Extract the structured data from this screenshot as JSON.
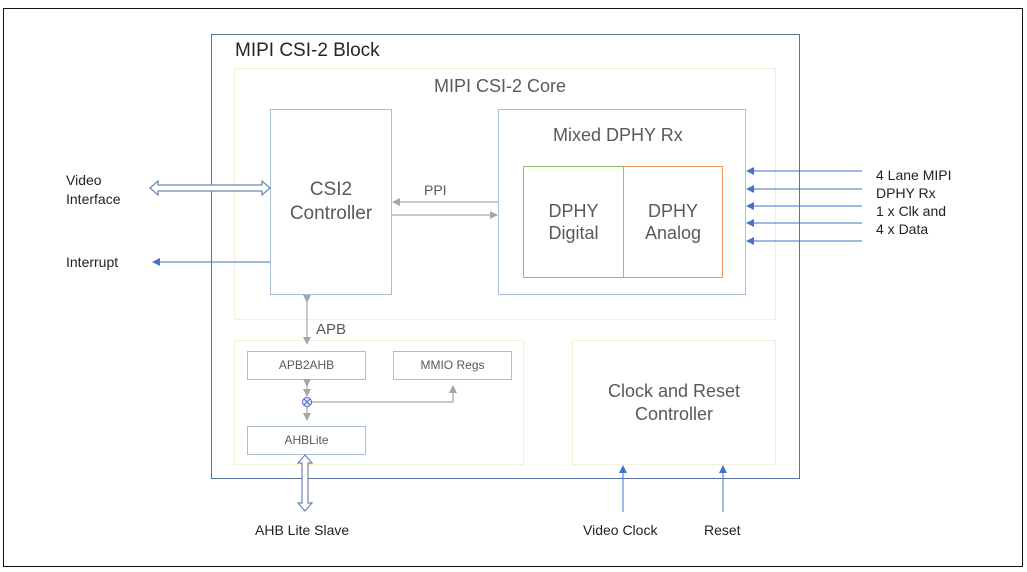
{
  "diagram": {
    "block_title": "MIPI CSI-2 Block",
    "core_title": "MIPI CSI-2 Core",
    "csi2_controller": [
      "CSI2",
      "Controller"
    ],
    "dphy_rx_title": "Mixed DPHY Rx",
    "dphy_digital": [
      "DPHY",
      "Digital"
    ],
    "dphy_analog": [
      "DPHY",
      "Analog"
    ],
    "ppi_label": "PPI",
    "apb_label": "APB",
    "apb2ahb": "APB2AHB",
    "mmio_regs": "MMIO Regs",
    "ahblite": "AHBLite",
    "clock_reset": [
      "Clock and Reset",
      "Controller"
    ],
    "external": {
      "video_interface": [
        "Video",
        "Interface"
      ],
      "interrupt": "Interrupt",
      "mipi_input": [
        "4 Lane MIPI",
        "DPHY Rx",
        "1 x Clk and",
        "4 x Data"
      ],
      "ahb_lite_slave": "AHB Lite Slave",
      "video_clock": "Video Clock",
      "reset": "Reset"
    },
    "colors": {
      "block_border": "#5a74a0",
      "core_border": "#f6f0d6",
      "module_border": "#a9bcd8",
      "digital_border": "#8cc068",
      "analog_border": "#ef9a5e",
      "internal_arrow": "#a6a6a6",
      "external_arrow": "#4472c4"
    }
  }
}
